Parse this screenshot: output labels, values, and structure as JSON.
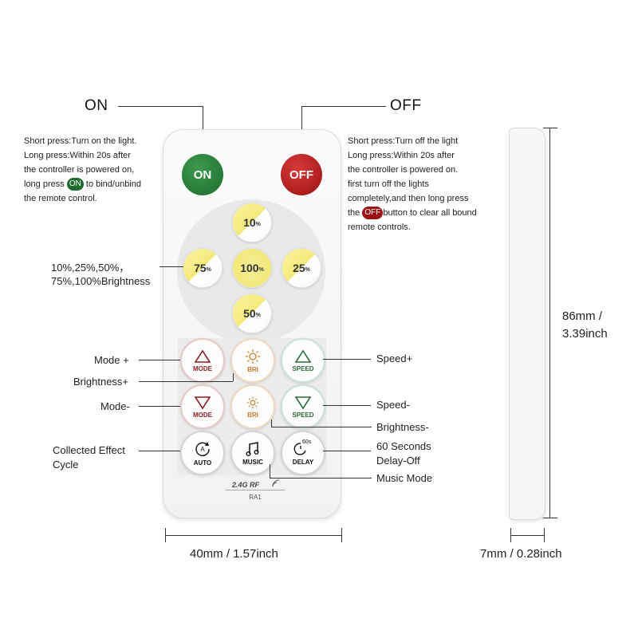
{
  "callouts": {
    "on_title": "ON",
    "off_title": "OFF",
    "on_note_1": "Short press:Turn on the light.",
    "on_note_2": "Long press:Within 20s after",
    "on_note_3": "the controller is powered on,",
    "on_note_4a": "long press",
    "on_note_4b": "to bind/unbind",
    "on_note_5": "the remote control.",
    "off_note_1": "Short press:Turn off the light",
    "off_note_2": "Long press:Within 20s after",
    "off_note_3": "the controller is powered on.",
    "off_note_4": "first turn off the lights",
    "off_note_5": "completely,and then long press",
    "off_note_6a": "the",
    "off_note_6b": "button to clear all bound",
    "off_note_7": "remote controls.",
    "brightness_1": "10%,25%,50%，",
    "brightness_2": "75%,100%Brightness",
    "mode_plus": "Mode +",
    "brightness_plus": "Brightness+",
    "mode_minus": "Mode-",
    "collected_1": "Collected Effect",
    "collected_2": "Cycle",
    "speed_plus": "Speed+",
    "speed_minus": "Speed-",
    "brightness_minus": "Brightness-",
    "delay_1": "60 Seconds",
    "delay_2": "Delay-Off",
    "music_mode": "Music Mode"
  },
  "remote": {
    "on_label": "ON",
    "off_label": "OFF",
    "b10": "10",
    "b25": "25",
    "b50": "50",
    "b75": "75",
    "b100": "100",
    "pct": "%",
    "mode": "MODE",
    "bri": "BRI",
    "speed": "SPEED",
    "auto": "AUTO",
    "music": "MUSIC",
    "delay": "DELAY",
    "delay_badge": "60s",
    "rf_label": "2.4G  RF",
    "model": "RA1"
  },
  "dimensions": {
    "width": "40mm / 1.57inch",
    "height_1": "86mm /",
    "height_2": "3.39inch",
    "depth": "7mm / 0.28inch"
  },
  "colors": {
    "on_green": "#1d6b2d",
    "off_red": "#9c1212",
    "mode_red": "#8c1d1d",
    "bri_orange": "#c77a2c",
    "speed_green": "#2d6a3a"
  }
}
